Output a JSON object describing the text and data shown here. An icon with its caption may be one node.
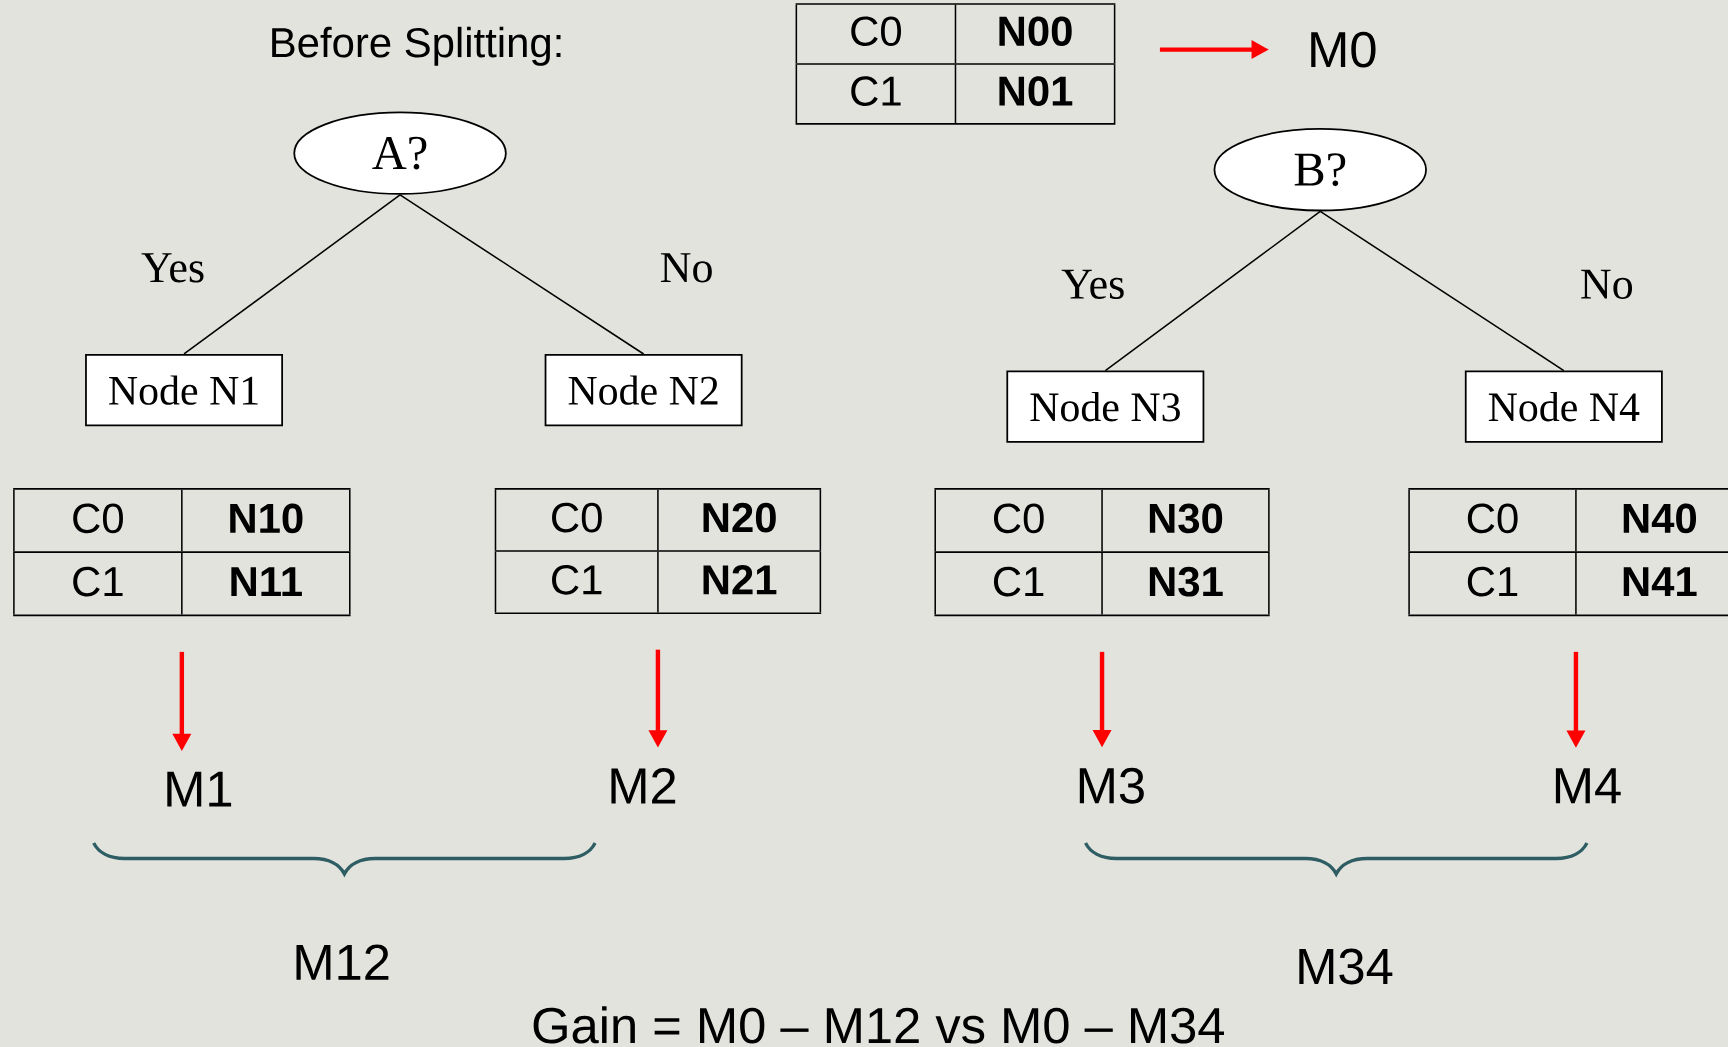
{
  "diagram": {
    "nodes": [
      {
        "text": [
          "C0",
          "N00",
          "C1",
          "N01"
        ]
      },
      {
        "text": [
          "M0"
        ]
      },
      {
        "text": [
          "A?"
        ]
      },
      {
        "text": [
          "Node N1"
        ]
      },
      {
        "text": [
          "Node N2"
        ]
      },
      {
        "text": [
          "B?"
        ]
      },
      {
        "text": [
          "Node N3"
        ]
      },
      {
        "text": [
          "Node N4"
        ]
      },
      {
        "text": [
          "C0",
          "N10",
          "C1",
          "N11"
        ]
      },
      {
        "text": [
          "C0",
          "N20",
          "C1",
          "N21"
        ]
      },
      {
        "text": [
          "C0",
          "N30",
          "C1",
          "N31"
        ]
      },
      {
        "text": [
          "C0",
          "N40",
          "C1",
          "N41"
        ]
      },
      {
        "text": [
          "M1"
        ]
      },
      {
        "text": [
          "M2"
        ]
      },
      {
        "text": [
          "M3"
        ]
      },
      {
        "text": [
          "M4"
        ]
      }
    ],
    "edges": [
      {
        "from": 0,
        "to": 1,
        "arrow": "to",
        "color": "#ff0000"
      },
      {
        "from": 2,
        "to": 3,
        "arrow": "none",
        "label": "Yes",
        "color": "#000000"
      },
      {
        "from": 2,
        "to": 4,
        "arrow": "none",
        "label": "No",
        "color": "#000000"
      },
      {
        "from": 5,
        "to": 6,
        "arrow": "none",
        "label": "Yes",
        "color": "#000000"
      },
      {
        "from": 5,
        "to": 7,
        "arrow": "none",
        "label": "No",
        "color": "#000000"
      },
      {
        "from": 8,
        "to": 12,
        "arrow": "to",
        "color": "#ff0000"
      },
      {
        "from": 9,
        "to": 13,
        "arrow": "to",
        "color": "#ff0000"
      },
      {
        "from": 10,
        "to": 14,
        "arrow": "to",
        "color": "#ff0000"
      },
      {
        "from": 11,
        "to": 15,
        "arrow": "to",
        "color": "#ff0000"
      }
    ],
    "labels": [
      "Before Splitting:",
      "M12",
      "M34",
      "Gain = M0 – M12 vs  M0 – M34"
    ]
  }
}
